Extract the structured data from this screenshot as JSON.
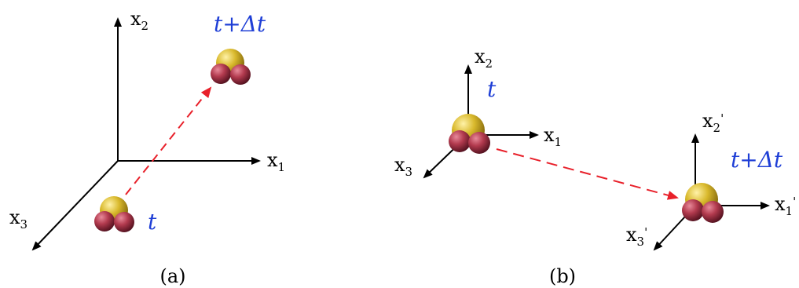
{
  "colors": {
    "axis": "#000000",
    "label_blue": "#1f3fd6",
    "arrow_red": "#e8202a",
    "sulfur": "#d9b92c",
    "oxygen": "#b23a4e"
  },
  "panel_a": {
    "caption": "(a)",
    "axes": {
      "x1": {
        "base": "x",
        "sub": "1"
      },
      "x2": {
        "base": "x",
        "sub": "2"
      },
      "x3": {
        "base": "x",
        "sub": "3"
      }
    },
    "time_start": "t",
    "time_end": "t+Δt"
  },
  "panel_b": {
    "caption": "(b)",
    "axes_initial": {
      "x1": {
        "base": "x",
        "sub": "1"
      },
      "x2": {
        "base": "x",
        "sub": "2"
      },
      "x3": {
        "base": "x",
        "sub": "3"
      }
    },
    "axes_final": {
      "x1": {
        "base": "x",
        "sub": "1",
        "prime": "'"
      },
      "x2": {
        "base": "x",
        "sub": "2",
        "prime": "'"
      },
      "x3": {
        "base": "x",
        "sub": "3",
        "prime": "'"
      }
    },
    "time_start": "t",
    "time_end": "t+Δt"
  }
}
